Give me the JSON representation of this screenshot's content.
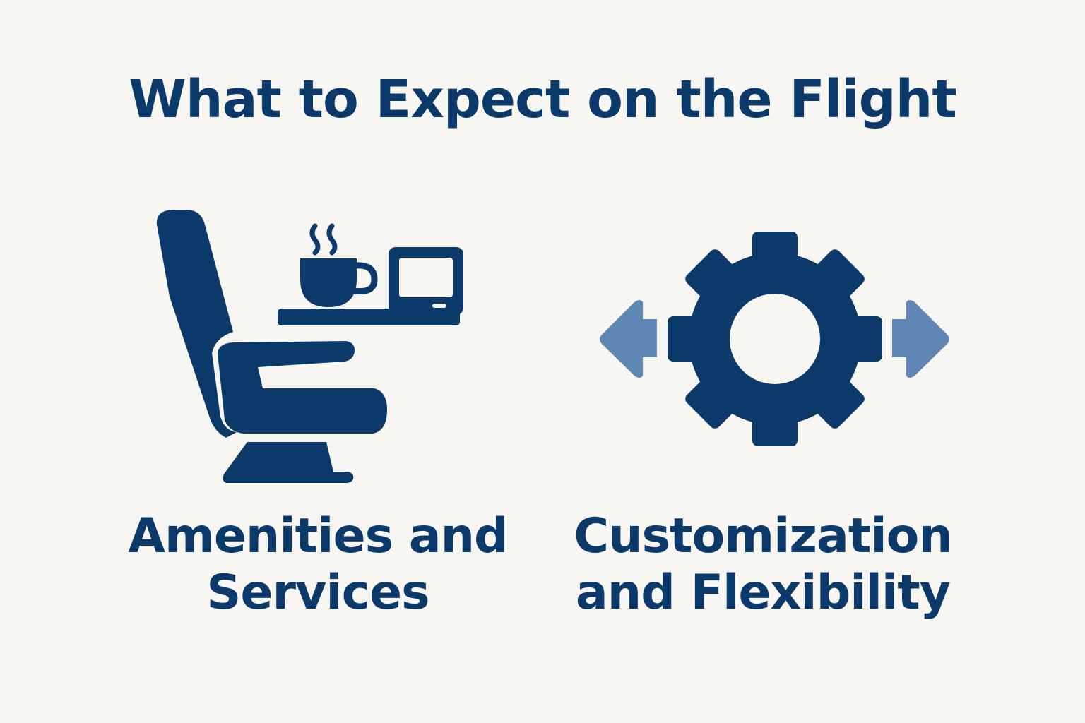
{
  "title": "What to Expect on the Flight",
  "sections": [
    {
      "line1": "Amenities and",
      "line2": "Services",
      "icon": "airplane-seat-with-coffee-and-screen-icon"
    },
    {
      "line1": "Customization",
      "line2": "and Flexibility",
      "icon": "gear-with-arrows-icon"
    }
  ],
  "colors": {
    "primary": "#0b3a6a",
    "accent": "#5f86b5",
    "background": "#f7f6f2"
  }
}
